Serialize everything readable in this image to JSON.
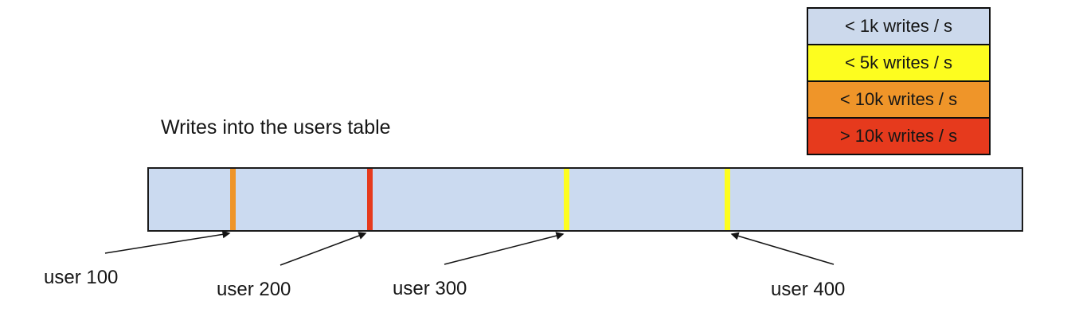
{
  "title": "Writes into the users table",
  "colors": {
    "bar_fill": "#cbdaf0",
    "outline": "#1c1c1c",
    "lt_1k_blue": "#ccd9ec",
    "lt_5k_yellow": "#fdfd1f",
    "lt_10k_orange": "#ef9529",
    "gt_10k_red": "#e63a1d"
  },
  "bar": {
    "description": "users table write-load bar",
    "base_rate": "< 1k writes / s",
    "fill": "#cbdaf0"
  },
  "markers": [
    {
      "label": "user 100",
      "color": "#ef9529",
      "rate": "< 10k writes / s"
    },
    {
      "label": "user 200",
      "color": "#e63a1d",
      "rate": "> 10k writes / s"
    },
    {
      "label": "user 300",
      "color": "#fdfd1f",
      "rate": "< 5k writes / s"
    },
    {
      "label": "user 400",
      "color": "#fdfd1f",
      "rate": "< 5k writes / s"
    }
  ],
  "legend": {
    "items": [
      {
        "label": "< 1k writes / s",
        "color": "#ccd9ec"
      },
      {
        "label": "< 5k writes / s",
        "color": "#fdfd1f"
      },
      {
        "label": "< 10k writes / s",
        "color": "#ef9529"
      },
      {
        "label": "> 10k writes / s",
        "color": "#e63a1d"
      }
    ]
  }
}
